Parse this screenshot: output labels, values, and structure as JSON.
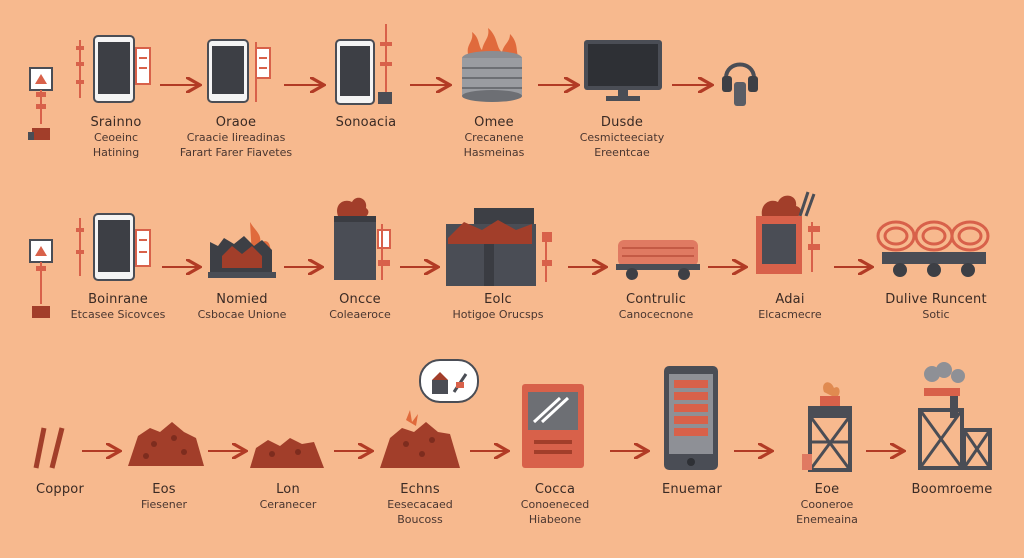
{
  "colors": {
    "background": "#f7b98e",
    "dark": "#4a4d55",
    "accent": "#d8614a",
    "copper": "#a23e2a",
    "arrow": "#b23b25",
    "text": "#3a2a24"
  },
  "rows": [
    {
      "steps": [
        {
          "icon": "ore-sample-icon",
          "title": "",
          "subtitle": ""
        },
        {
          "icon": "tablet-device-icon",
          "title": "Srainno",
          "subtitle": "Ceoeinc Hatining"
        },
        {
          "icon": "tablet-device-icon",
          "title": "Oraoe",
          "subtitle": "Craacie Iireadinas Farart Farer Fiavetes"
        },
        {
          "icon": "tablet-device-icon",
          "title": "Sonoacia",
          "subtitle": ""
        },
        {
          "icon": "furnace-drum-icon",
          "title": "Omee",
          "subtitle": "Crecanene Hasmeinas"
        },
        {
          "icon": "monitor-icon",
          "title": "Dusde",
          "subtitle": "Cesmicteeciaty Ereentcae"
        },
        {
          "icon": "headphones-icon",
          "title": "",
          "subtitle": ""
        }
      ]
    },
    {
      "steps": [
        {
          "icon": "ore-sample-icon",
          "title": "",
          "subtitle": ""
        },
        {
          "icon": "tablet-device-icon",
          "title": "Boinrane",
          "subtitle": "Etcasee Sicovces"
        },
        {
          "icon": "ore-heap-fire-icon",
          "title": "Nomied",
          "subtitle": "Csbocae Unione"
        },
        {
          "icon": "smelter-tank-icon",
          "title": "Oncce",
          "subtitle": "Coleaeroce"
        },
        {
          "icon": "crusher-bin-icon",
          "title": "Eolc",
          "subtitle": "Hotigoe Orucsps"
        },
        {
          "icon": "copper-cart-icon",
          "title": "Contrulic",
          "subtitle": "Canocecnone"
        },
        {
          "icon": "refinery-unit-icon",
          "title": "Adai",
          "subtitle": "Elcacmecre"
        },
        {
          "icon": "copper-coil-wagon-icon",
          "title": "Dulive Runcent",
          "subtitle": "Sotic"
        }
      ]
    },
    {
      "steps": [
        {
          "icon": "copper-rods-icon",
          "title": "Coppor",
          "subtitle": ""
        },
        {
          "icon": "copper-ore-pile-icon",
          "title": "Eos",
          "subtitle": "Fiesener"
        },
        {
          "icon": "copper-ore-pile-icon",
          "title": "Lon",
          "subtitle": "Ceranecer"
        },
        {
          "icon": "ore-pile-sparks-icon",
          "title": "Echns",
          "subtitle": "Eesecacaed Boucoss"
        },
        {
          "icon": "control-cabinet-icon",
          "title": "Cocca",
          "subtitle": "Conoeneced Hiabeone"
        },
        {
          "icon": "server-tablet-icon",
          "title": "Enuemar",
          "subtitle": ""
        },
        {
          "icon": "lookout-tower-icon",
          "title": "Eoe",
          "subtitle": "Cooneroe Enemeaina"
        },
        {
          "icon": "smoking-plant-icon",
          "title": "Boomroeme",
          "subtitle": ""
        }
      ]
    }
  ],
  "callout": {
    "icon": "factory-badge-icon"
  }
}
